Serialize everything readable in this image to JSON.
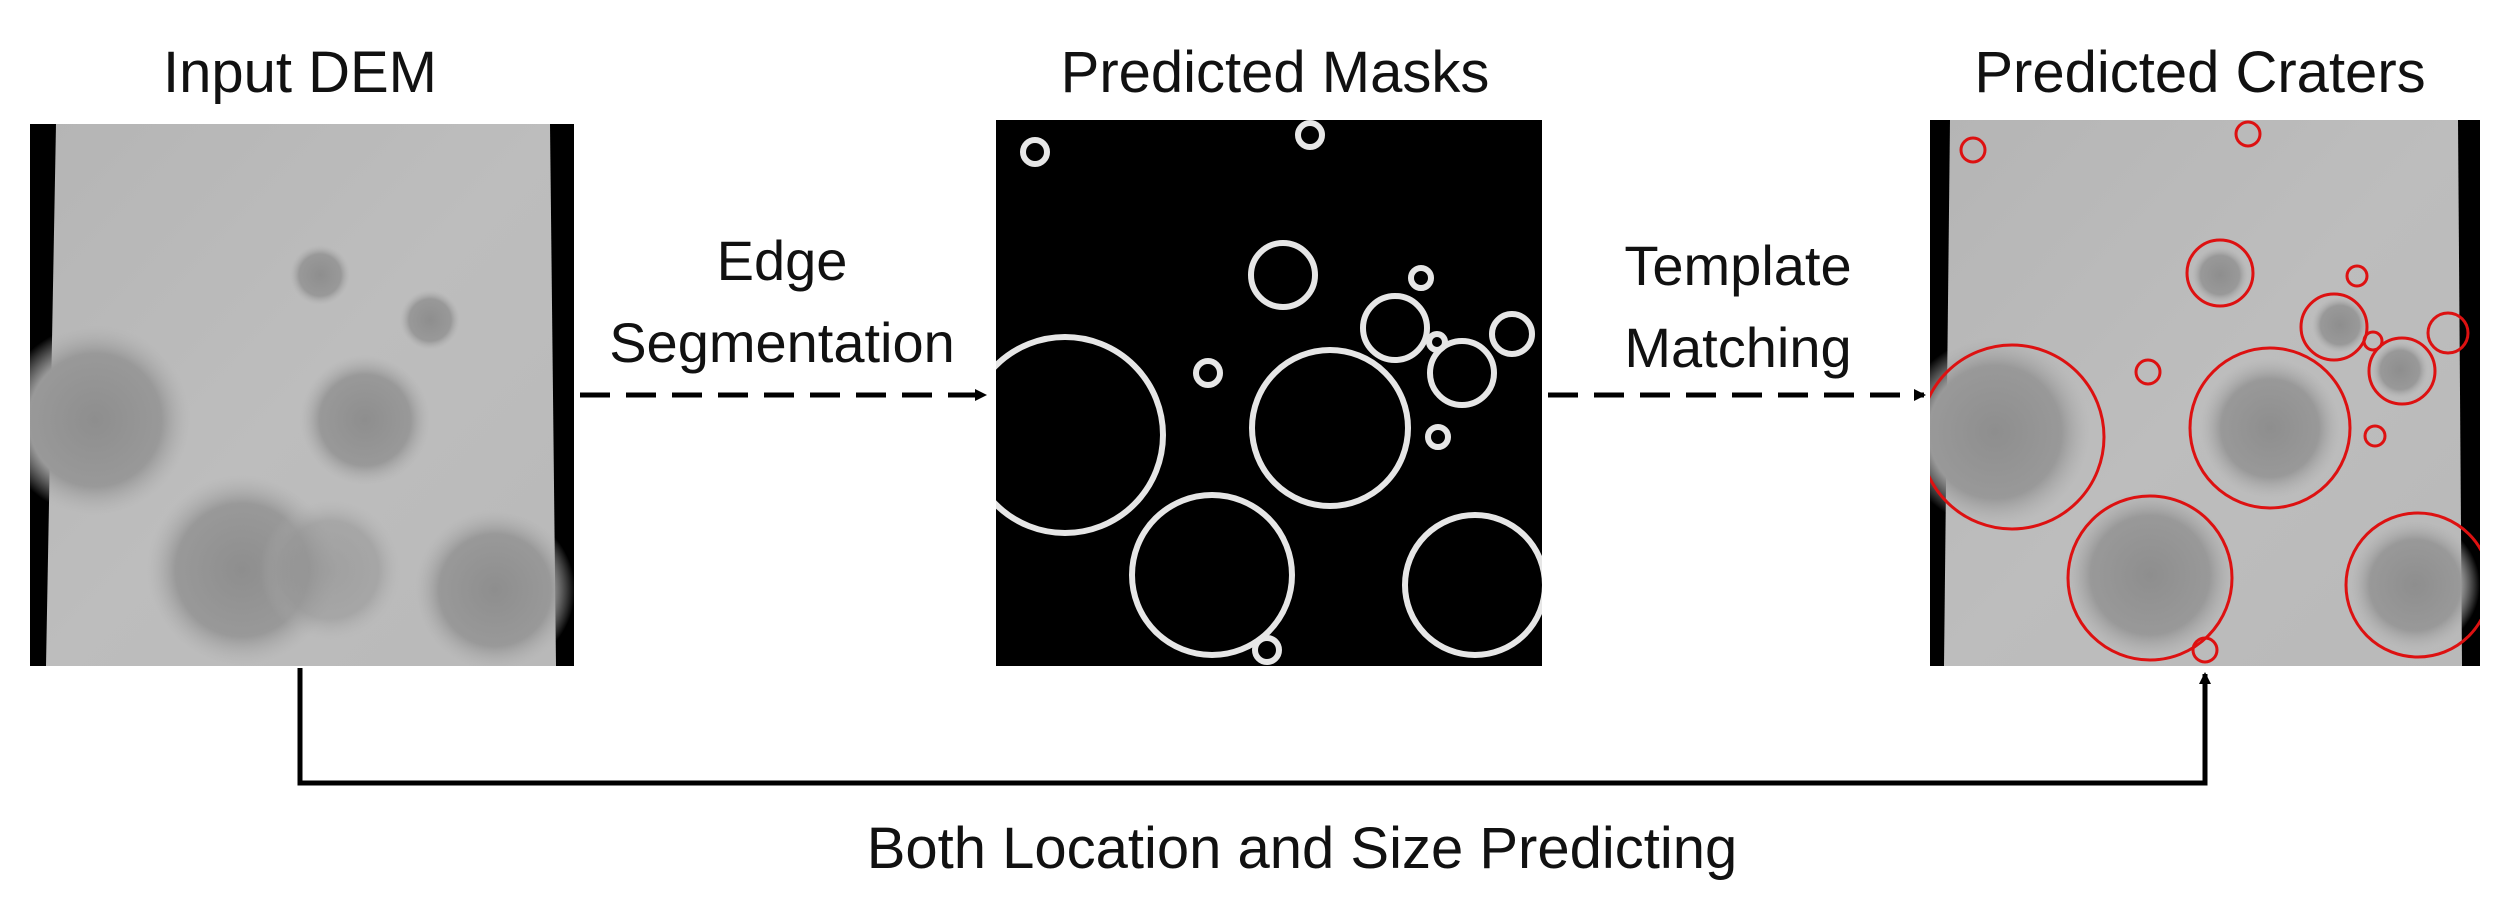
{
  "panels": {
    "input_dem": {
      "title": "Input DEM"
    },
    "predicted_masks": {
      "title": "Predicted Masks"
    },
    "predicted_craters": {
      "title": "Predicted Craters"
    }
  },
  "arrows": {
    "edge_segmentation": {
      "line1": "Edge",
      "line2": "Segmentation"
    },
    "template_matching": {
      "line1": "Template",
      "line2": "Matching"
    },
    "both_location_size": {
      "label": "Both Location and Size Predicting"
    }
  },
  "colors": {
    "mask_background": "#000000",
    "mask_ring": "#e6e6e6",
    "crater_ring": "#dd1111",
    "arrow": "#000000",
    "dem_light": "#bdbdbd",
    "dem_dark": "#8a8a8a"
  }
}
